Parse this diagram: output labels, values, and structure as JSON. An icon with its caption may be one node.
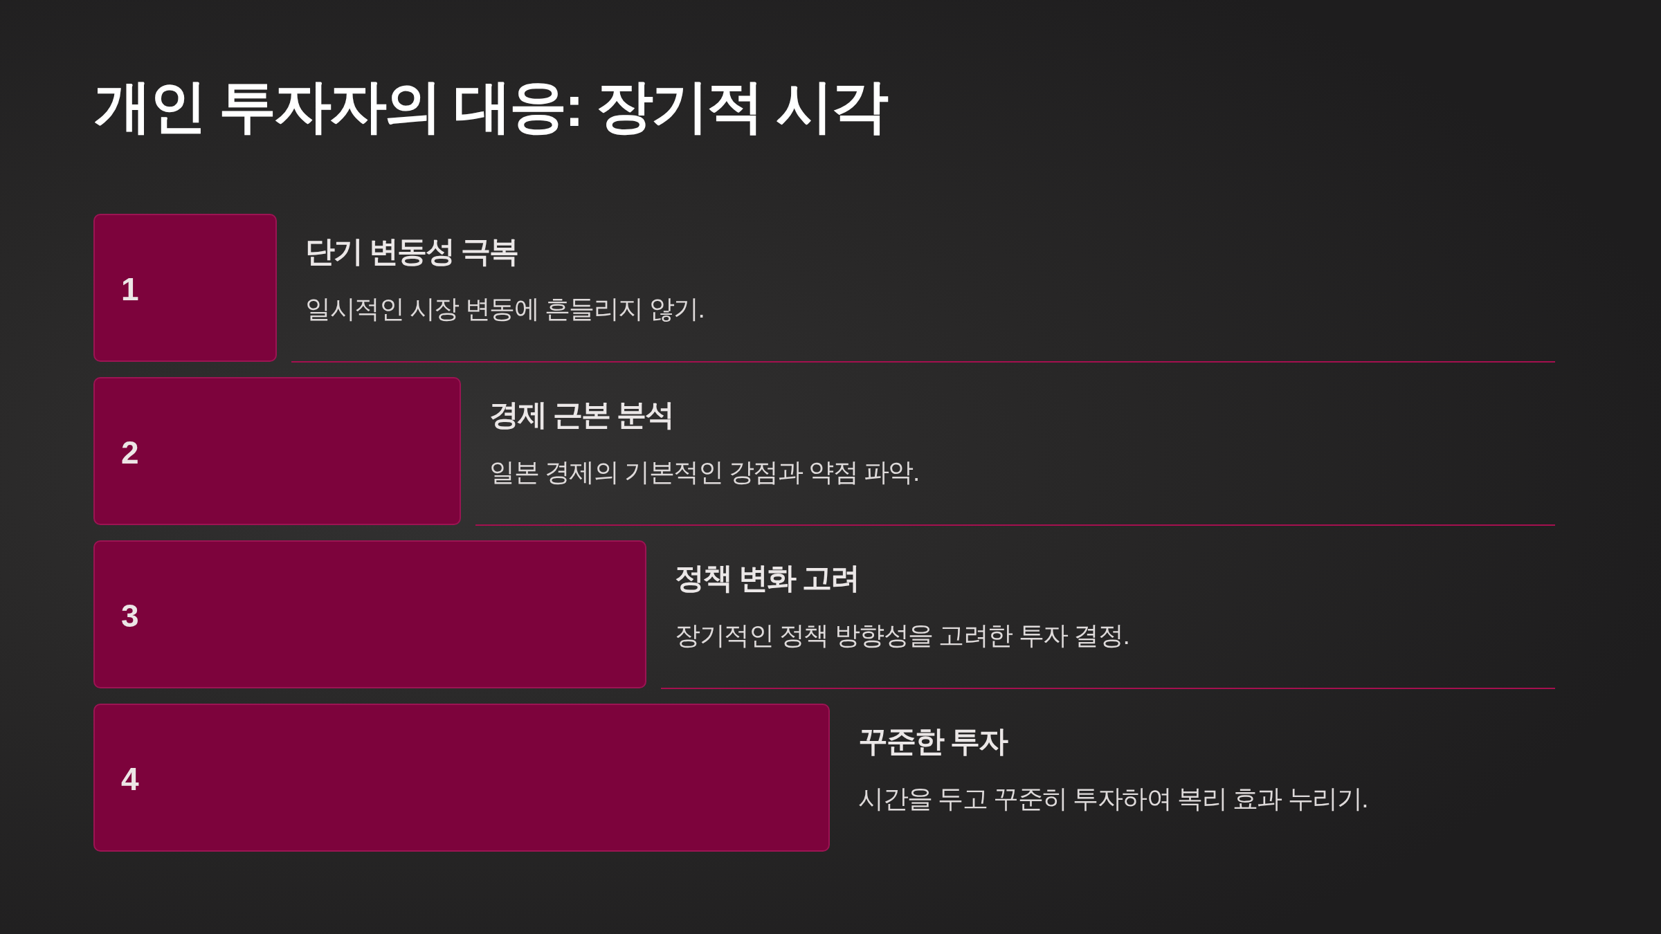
{
  "diagram": {
    "title": "개인 투자자의 대응: 장기적 시각",
    "nodes": [
      {
        "text": [
          "1"
        ],
        "beside": [
          "단기 변동성 극복",
          "일시적인 시장 변동에 흔들리지 않기."
        ]
      },
      {
        "text": [
          "2"
        ],
        "beside": [
          "경제 근본 분석",
          "일본 경제의 기본적인 강점과 약점 파악."
        ]
      },
      {
        "text": [
          "3"
        ],
        "beside": [
          "정책 변화 고려",
          "장기적인 정책 방향성을 고려한 투자 결정."
        ]
      },
      {
        "text": [
          "4"
        ],
        "beside": [
          "꾸준한 투자",
          "시간을 두고 꾸준히 투자하여 복리 효과 누리기."
        ]
      }
    ]
  }
}
